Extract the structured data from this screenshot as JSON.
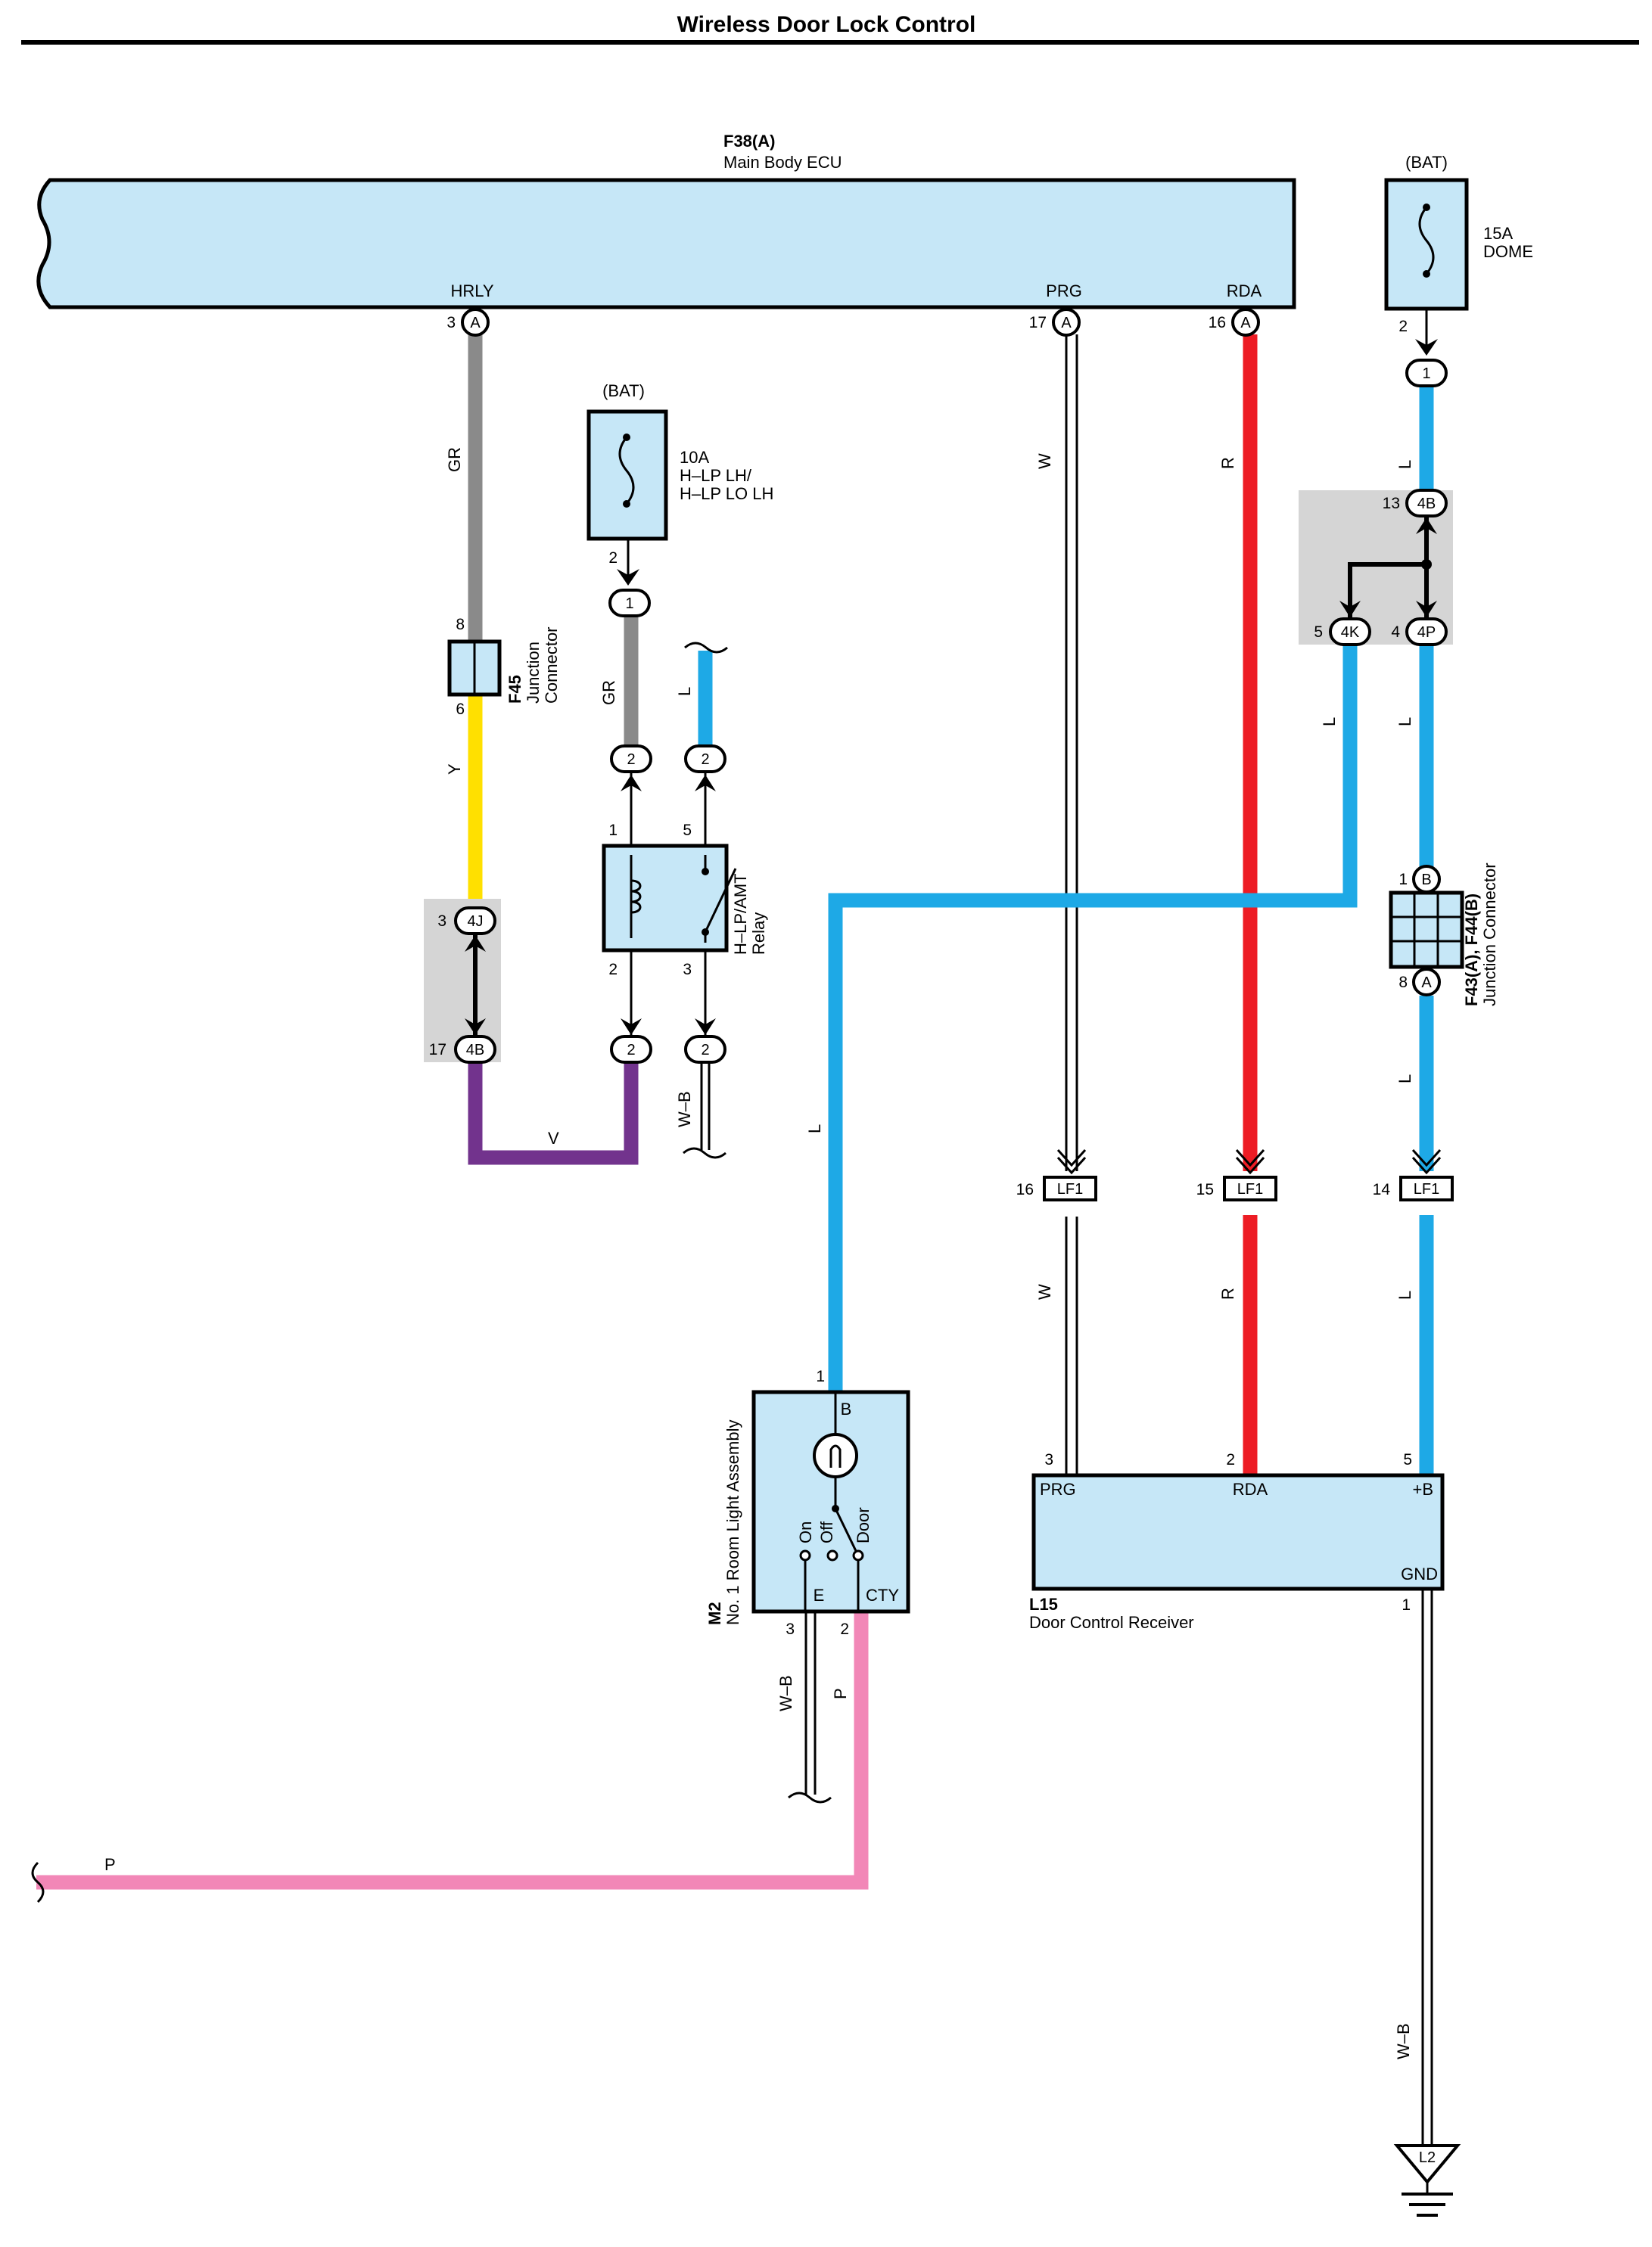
{
  "title": "Wireless Door Lock Control",
  "colors": {
    "blue": "#1ea9e6",
    "gray": "#8a8a8a",
    "red": "#ed1c24",
    "yellow": "#ffe000",
    "violet": "#72338d",
    "pink": "#f287b7",
    "white": "#ffffff",
    "component": "#c6e7f7",
    "joint": "#d5d5d5"
  },
  "ecu": {
    "code": "F38(A)",
    "name": "Main Body ECU",
    "terminals": {
      "hrly": "HRLY",
      "prg": "PRG",
      "rda": "RDA"
    },
    "pins": {
      "hrly": "3",
      "prg": "17",
      "rda": "16"
    },
    "connector": "A"
  },
  "dome_fuse": {
    "source": "(BAT)",
    "rating": "15A",
    "name": "DOME",
    "pin": "2",
    "conn_pin": "1"
  },
  "hlp_fuse": {
    "source": "(BAT)",
    "rating": "10A",
    "name1": "H–LP LH/",
    "name2": "H–LP LO LH",
    "pin": "2",
    "conn_pin": "1"
  },
  "relay": {
    "name1": "H–LP/AMT",
    "name2": "Relay",
    "pins": {
      "p1": "1",
      "p5": "5",
      "p2": "2",
      "p3": "3"
    },
    "conn": "2"
  },
  "f45": {
    "code": "F45",
    "name1": "Junction",
    "name2": "Connector",
    "pin_top": "8",
    "pin_bot": "6"
  },
  "joint_left": {
    "c1": "4J",
    "p1": "3",
    "c2": "4B",
    "p2": "17"
  },
  "joint_right": {
    "c1": "4B",
    "p1": "13",
    "c2": "4K",
    "p2": "5",
    "c3": "4P",
    "p3": "4"
  },
  "f43": {
    "code": "F43(A), F44(B)",
    "name": "Junction Connector",
    "top_conn": "B",
    "top_pin": "1",
    "bot_conn": "A",
    "bot_pin": "8"
  },
  "lf1": {
    "name": "LF1",
    "pins": {
      "w": "16",
      "r": "15",
      "l": "14"
    }
  },
  "room_light": {
    "code": "M2",
    "name": "No. 1 Room Light Assembly",
    "term_b": "B",
    "term_e": "E",
    "term_cty": "CTY",
    "sw_on": "On",
    "sw_off": "Off",
    "sw_door": "Door",
    "pin_b": "1",
    "pin_e": "3",
    "pin_cty": "2"
  },
  "receiver": {
    "code": "L15",
    "name": "Door Control Receiver",
    "terminals": {
      "prg": "PRG",
      "rda": "RDA",
      "b": "+B",
      "gnd": "GND"
    },
    "pins": {
      "prg": "3",
      "rda": "2",
      "b": "5",
      "gnd": "1"
    }
  },
  "ground": {
    "name": "L2"
  },
  "wire_labels": {
    "gr": "GR",
    "y": "Y",
    "v": "V",
    "w": "W",
    "r": "R",
    "l": "L",
    "wb": "W–B",
    "p": "P"
  }
}
